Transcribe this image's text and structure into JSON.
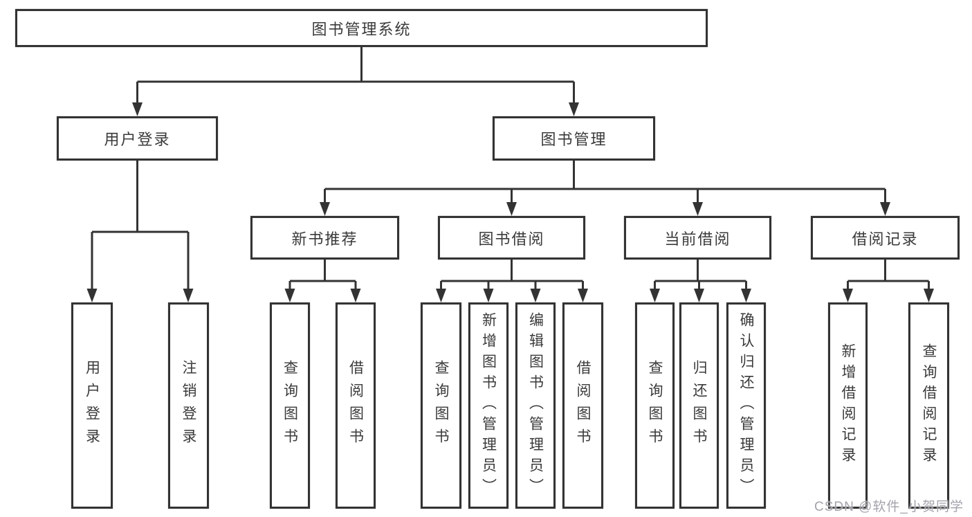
{
  "diagram": {
    "type": "tree-structure-chart",
    "nodes": {
      "root": "图书管理系统",
      "user_login": {
        "label": "用户登录",
        "children": [
          "用户登录",
          "注销登录"
        ]
      },
      "book_mgmt": {
        "label": "图书管理"
      },
      "new_book": {
        "label": "新书推荐",
        "children": [
          "查询图书",
          "借阅图书"
        ]
      },
      "book_borrow": {
        "label": "图书借阅",
        "children": [
          "查询图书",
          "新增图书（管理员）",
          "编辑图书（管理员）",
          "借阅图书"
        ]
      },
      "current_borrow": {
        "label": "当前借阅",
        "children": [
          "查询图书",
          "归还图书",
          "确认归还（管理员）"
        ]
      },
      "borrow_record": {
        "label": "借阅记录",
        "children": [
          "新增借阅记录",
          "查询借阅记录"
        ]
      }
    },
    "colors": {
      "line": "#333333",
      "box_border": "#333333",
      "text": "#3a3a3a",
      "background": "#ffffff",
      "watermark": "#9e9ea8"
    }
  },
  "watermark": "CSDN @软件_小贺同学"
}
